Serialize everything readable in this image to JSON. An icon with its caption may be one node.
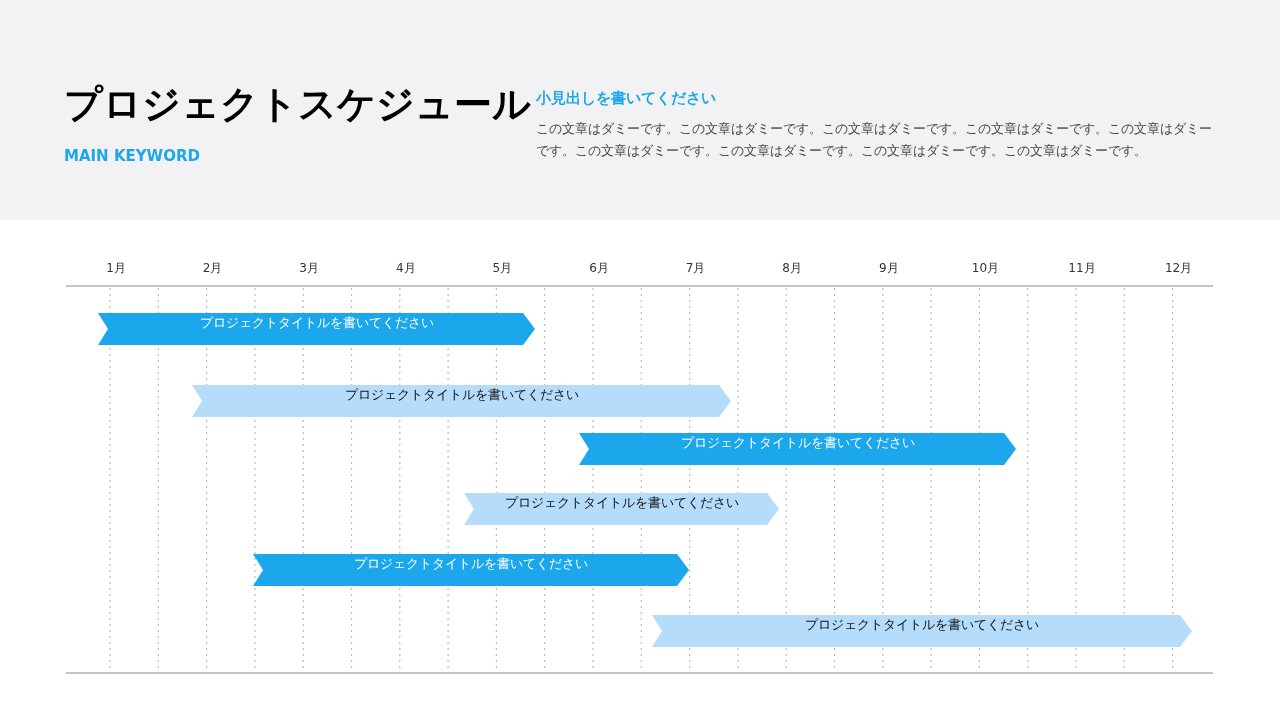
{
  "diagram": {
    "title": "プロジェクトスケジュール",
    "nodes": [
      {
        "text": [
          "プロジェクトタイトルを書いてください"
        ]
      },
      {
        "text": [
          "プロジェクトタイトルを書いてください"
        ]
      },
      {
        "text": [
          "プロジェクトタイトルを書いてください"
        ]
      },
      {
        "text": [
          "プロジェクトタイトルを書いてください"
        ]
      },
      {
        "text": [
          "プロジェクトタイトルを書いてください"
        ]
      },
      {
        "text": [
          "プロジェクトタイトルを書いてください"
        ]
      }
    ],
    "labels": [
      "MAIN KEYWORD",
      "小見出しを書いてください",
      "この文章はダミーです。この文章はダミーです。この文章はダミーです。この文章はダミーです。この文章はダミーです。この文章はダミーです。この文章はダミーです。この文章はダミーです。この文章はダミーです。",
      "1月",
      "2月",
      "3月",
      "4月",
      "5月",
      "6月",
      "7月",
      "8月",
      "9月",
      "10月",
      "11月",
      "12月"
    ]
  }
}
